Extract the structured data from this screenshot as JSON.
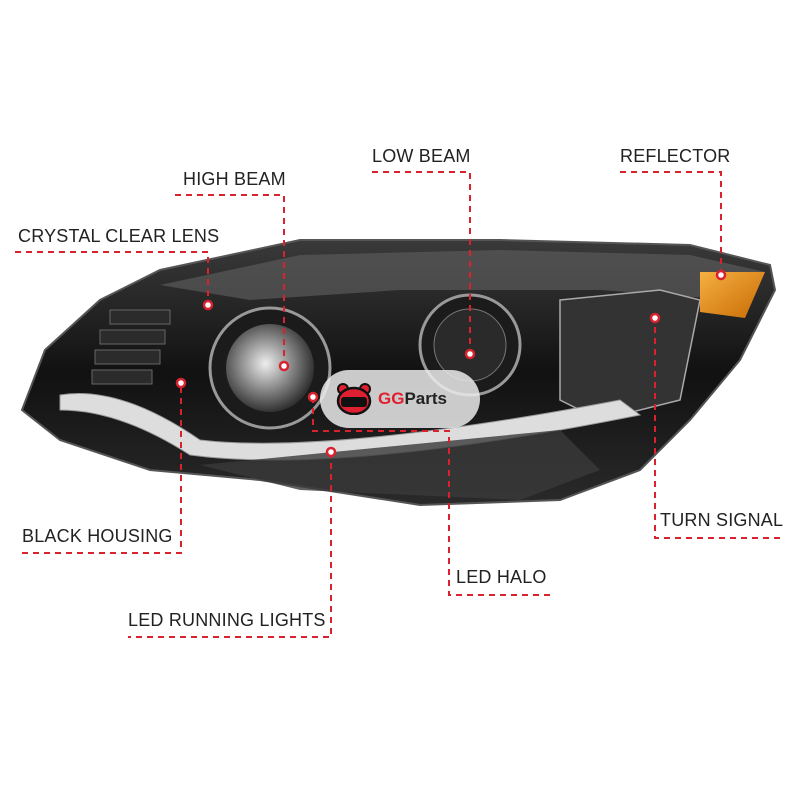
{
  "labels": {
    "crystal_clear_lens": "CRYSTAL CLEAR LENS",
    "high_beam": "HIGH BEAM",
    "low_beam": "LOW BEAM",
    "reflector": "REFLECTOR",
    "turn_signal": "TURN SIGNAL",
    "black_housing": "BLACK HOUSING",
    "led_halo": "LED HALO",
    "led_running_lights": "LED RUNNING LIGHTS"
  },
  "watermark": {
    "brand_prefix": "GG",
    "brand_suffix": "Parts"
  },
  "colors": {
    "leader": "#d8232f",
    "amber": "#e8900f",
    "housing": "#141414"
  }
}
